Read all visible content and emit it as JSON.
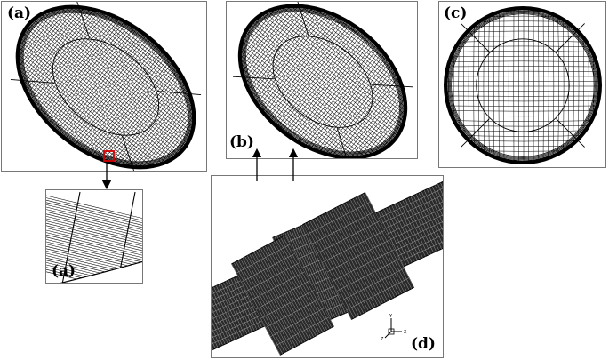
{
  "labels": {
    "panel_a": "(a)",
    "panel_b": "(b)",
    "panel_c": "(c)",
    "panel_zoom": "(a)",
    "panel_d": "(d)"
  },
  "triad": {
    "x": "X",
    "y": "Y",
    "z": "Z"
  },
  "colors": {
    "highlight": "#d40000",
    "mesh": "#000000"
  }
}
